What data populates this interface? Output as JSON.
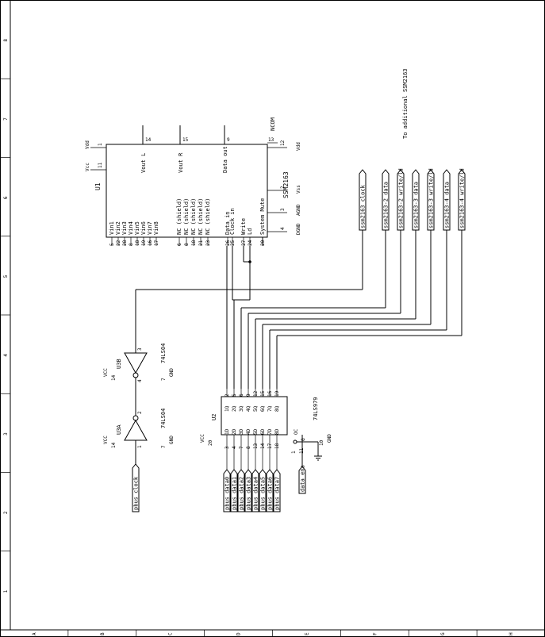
{
  "border": {
    "rows": [
      "8",
      "7",
      "6",
      "5",
      "4",
      "3",
      "2",
      "1"
    ],
    "cols": [
      "A",
      "B",
      "C",
      "D",
      "E",
      "F",
      "G",
      "H"
    ]
  },
  "note": "To additional SSM2163",
  "u1": {
    "ref": "U1",
    "part": "SSM2163",
    "pin13_name": "NCOM",
    "pin13_num": "13",
    "top_pins": [
      {
        "name": "Vout L",
        "num": "14"
      },
      {
        "name": "Vout R",
        "num": "15"
      },
      {
        "name": "Data out",
        "num": "9"
      }
    ],
    "left_power": [
      {
        "name": "Vdd",
        "num": "1"
      },
      {
        "name": "Vcc",
        "num": "11"
      }
    ],
    "right_power": [
      {
        "name": "Vdd",
        "num": "12"
      },
      {
        "name": "Vss",
        "num": "2"
      },
      {
        "name": "AGND",
        "num": "3"
      },
      {
        "name": "DGND",
        "num": "4"
      }
    ],
    "inputs": [
      {
        "name": "Vin1",
        "num": "5"
      },
      {
        "name": "Vin2",
        "num": "22"
      },
      {
        "name": "Vin3",
        "num": "28"
      },
      {
        "name": "Vin4",
        "num": "8"
      },
      {
        "name": "Vin5",
        "num": "18"
      },
      {
        "name": "Vin6",
        "num": "19"
      },
      {
        "name": "Vin7",
        "num": "16"
      },
      {
        "name": "Vin8",
        "num": "17"
      }
    ],
    "shields": [
      {
        "name": "NC (shield)",
        "num": "6"
      },
      {
        "name": "NC (shield)",
        "num": "8"
      },
      {
        "name": "NC (shield)",
        "num": "18"
      },
      {
        "name": "NC (shield)",
        "num": "21"
      },
      {
        "name": "NC (shield)",
        "num": "23"
      }
    ],
    "control": [
      {
        "name": "Data in",
        "num": "26"
      },
      {
        "name": "Clock in",
        "num": "25"
      },
      {
        "name": "Write",
        "num": "27"
      },
      {
        "name": "Ld",
        "num": "24"
      }
    ],
    "mute": {
      "name": "System Mute",
      "num": "20"
    }
  },
  "offpage": [
    "ssm2163_clock",
    "ssm2163-2_data",
    "ssm2163-2_write/ld",
    "ssm2163-3_data",
    "ssm2163-3_write/ld",
    "ssm2163-4_data",
    "ssm2163-4_write/ld"
  ],
  "u3b": {
    "ref": "U3B",
    "part": "74LS04",
    "in": "3",
    "out": "4",
    "vcc": "VCC",
    "vcc_num": "14",
    "gnd": "GND",
    "gnd_num": "7"
  },
  "u3a": {
    "ref": "U3A",
    "part": "74LS04",
    "in": "1",
    "out": "2",
    "vcc": "VCC",
    "vcc_num": "14",
    "gnd": "GND",
    "gnd_num": "7"
  },
  "u2": {
    "ref": "U2",
    "part": "74LS979",
    "q_out": [
      {
        "name": "1Q",
        "num": "2"
      },
      {
        "name": "2Q",
        "num": "5"
      },
      {
        "name": "3Q",
        "num": "6"
      },
      {
        "name": "4Q",
        "num": "9"
      },
      {
        "name": "5Q",
        "num": "12"
      },
      {
        "name": "6Q",
        "num": "15"
      },
      {
        "name": "7Q",
        "num": "16"
      },
      {
        "name": "8Q",
        "num": "19"
      }
    ],
    "d_in": [
      {
        "name": "1D",
        "num": "3"
      },
      {
        "name": "2D",
        "num": "4"
      },
      {
        "name": "3D",
        "num": "7"
      },
      {
        "name": "4D",
        "num": "8"
      },
      {
        "name": "5D",
        "num": "13"
      },
      {
        "name": "6D",
        "num": "14"
      },
      {
        "name": "7D",
        "num": "17"
      },
      {
        "name": "8D",
        "num": "18"
      }
    ],
    "oc": {
      "name": "OC",
      "num": "1"
    },
    "g": {
      "name": "G",
      "num": "11"
    },
    "vcc": "VCC",
    "vcc_num": "20",
    "gnd": "GND",
    "gnd_num": "10"
  },
  "pbus": [
    "pbus_data0",
    "pbus_data1",
    "pbus_data2",
    "pbus_data3",
    "pbus_data4",
    "pbus_data5",
    "pbus_data6",
    "pbus_data7"
  ],
  "pbus_clock": "pbus_clock",
  "data_ena": "data_ena"
}
